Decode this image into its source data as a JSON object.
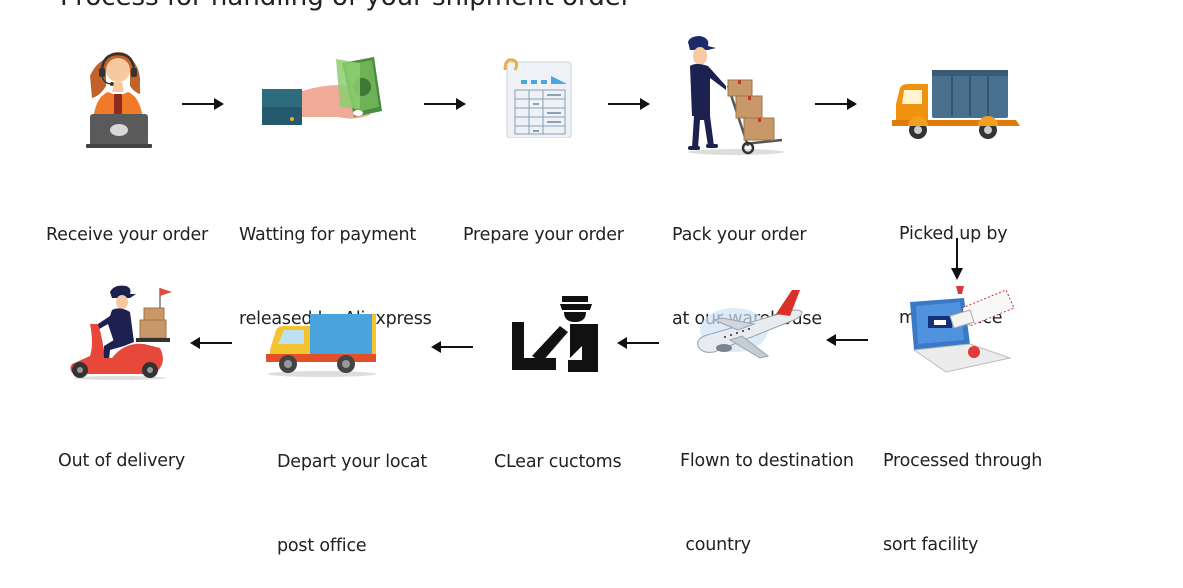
{
  "title": "Process for handling of your shipment order",
  "flow": {
    "direction": "left-to-right then down then right-to-left",
    "steps": [
      {
        "order": 1,
        "icon": "customer-service-agent-icon",
        "line1": "Receive your order",
        "line2": ""
      },
      {
        "order": 2,
        "icon": "hand-with-money-icon",
        "line1": "Watting for payment",
        "line2": "released by Aliexpress"
      },
      {
        "order": 3,
        "icon": "order-form-document-icon",
        "line1": "Prepare your order",
        "line2": ""
      },
      {
        "order": 4,
        "icon": "warehouse-worker-hand-truck-icon",
        "line1": "Pack your order",
        "line2": "at our warehouse"
      },
      {
        "order": 5,
        "icon": "cargo-truck-icon",
        "line1": "Picked up by",
        "line2": "mail service"
      },
      {
        "order": 6,
        "icon": "laptop-mail-sorting-icon",
        "line1": "Processed through",
        "line2": "sort facility"
      },
      {
        "order": 7,
        "icon": "airplane-icon",
        "line1": "Flown to destination",
        "line2": " country"
      },
      {
        "order": 8,
        "icon": "customs-officer-icon",
        "line1": "CLear cuctoms",
        "line2": ""
      },
      {
        "order": 9,
        "icon": "delivery-truck-icon",
        "line1": "Depart your locat",
        "line2": "post office"
      },
      {
        "order": 10,
        "icon": "delivery-scooter-icon",
        "line1": "Out of delivery",
        "line2": ""
      }
    ]
  },
  "colors": {
    "text": "#222222",
    "arrow": "#111111",
    "accent_orange": "#f07a2a",
    "truck_orange": "#f0920e",
    "truck_blue": "#4a7090",
    "cash_green": "#5ea04c",
    "scooter_red": "#e8483a",
    "worker_navy": "#1c2150"
  }
}
